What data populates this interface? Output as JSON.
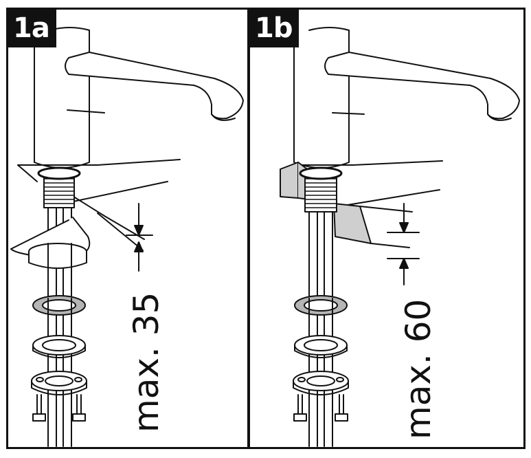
{
  "panels": [
    {
      "tag": "1a",
      "dimension_label": "max. 35"
    },
    {
      "tag": "1b",
      "dimension_label": "max. 60"
    }
  ],
  "colors": {
    "line": "#111111",
    "washer_grey": "#b5b5b5",
    "spacer_grey": "#cfcfcf",
    "background": "#ffffff"
  }
}
